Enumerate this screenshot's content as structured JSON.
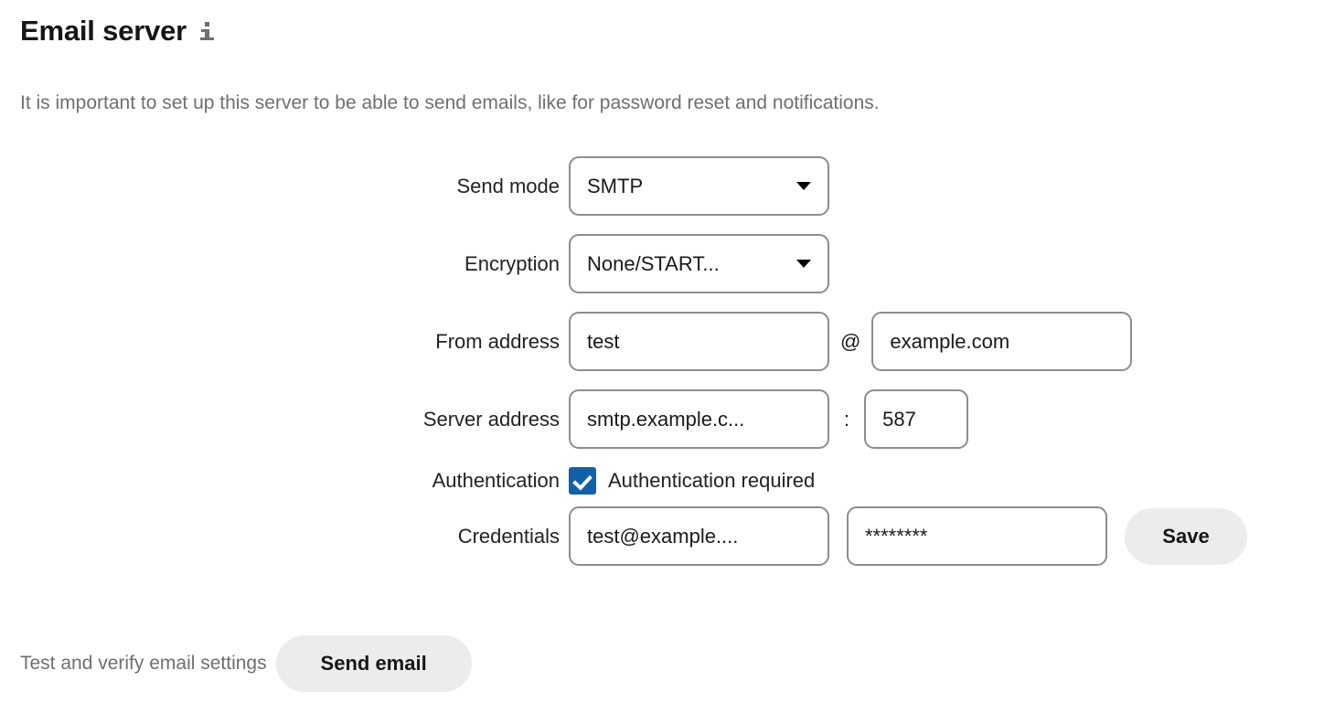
{
  "header": {
    "title": "Email server",
    "info_icon": "info-icon",
    "description": "It is important to set up this server to be able to send emails, like for password reset and notifications."
  },
  "form": {
    "send_mode": {
      "label": "Send mode",
      "value": "SMTP",
      "caret_icon": "chevron-down-icon"
    },
    "encryption": {
      "label": "Encryption",
      "value": "None/START...",
      "caret_icon": "chevron-down-icon"
    },
    "from_address": {
      "label": "From address",
      "local_part": "test",
      "at_symbol": "@",
      "domain": "example.com"
    },
    "server_address": {
      "label": "Server address",
      "host": "smtp.example.c...",
      "colon": ":",
      "port": "587"
    },
    "authentication": {
      "label": "Authentication",
      "checkbox_label": "Authentication required",
      "checked": true
    },
    "credentials": {
      "label": "Credentials",
      "username": "test@example....",
      "password": "********",
      "save_label": "Save"
    }
  },
  "footer": {
    "test_label": "Test and verify email settings",
    "send_email_label": "Send email"
  },
  "colors": {
    "accent": "#0f62a8",
    "border": "#8d8d8d",
    "button_bg": "#ececec",
    "muted_text": "#6f6f6f",
    "text": "#1a1a1a"
  }
}
